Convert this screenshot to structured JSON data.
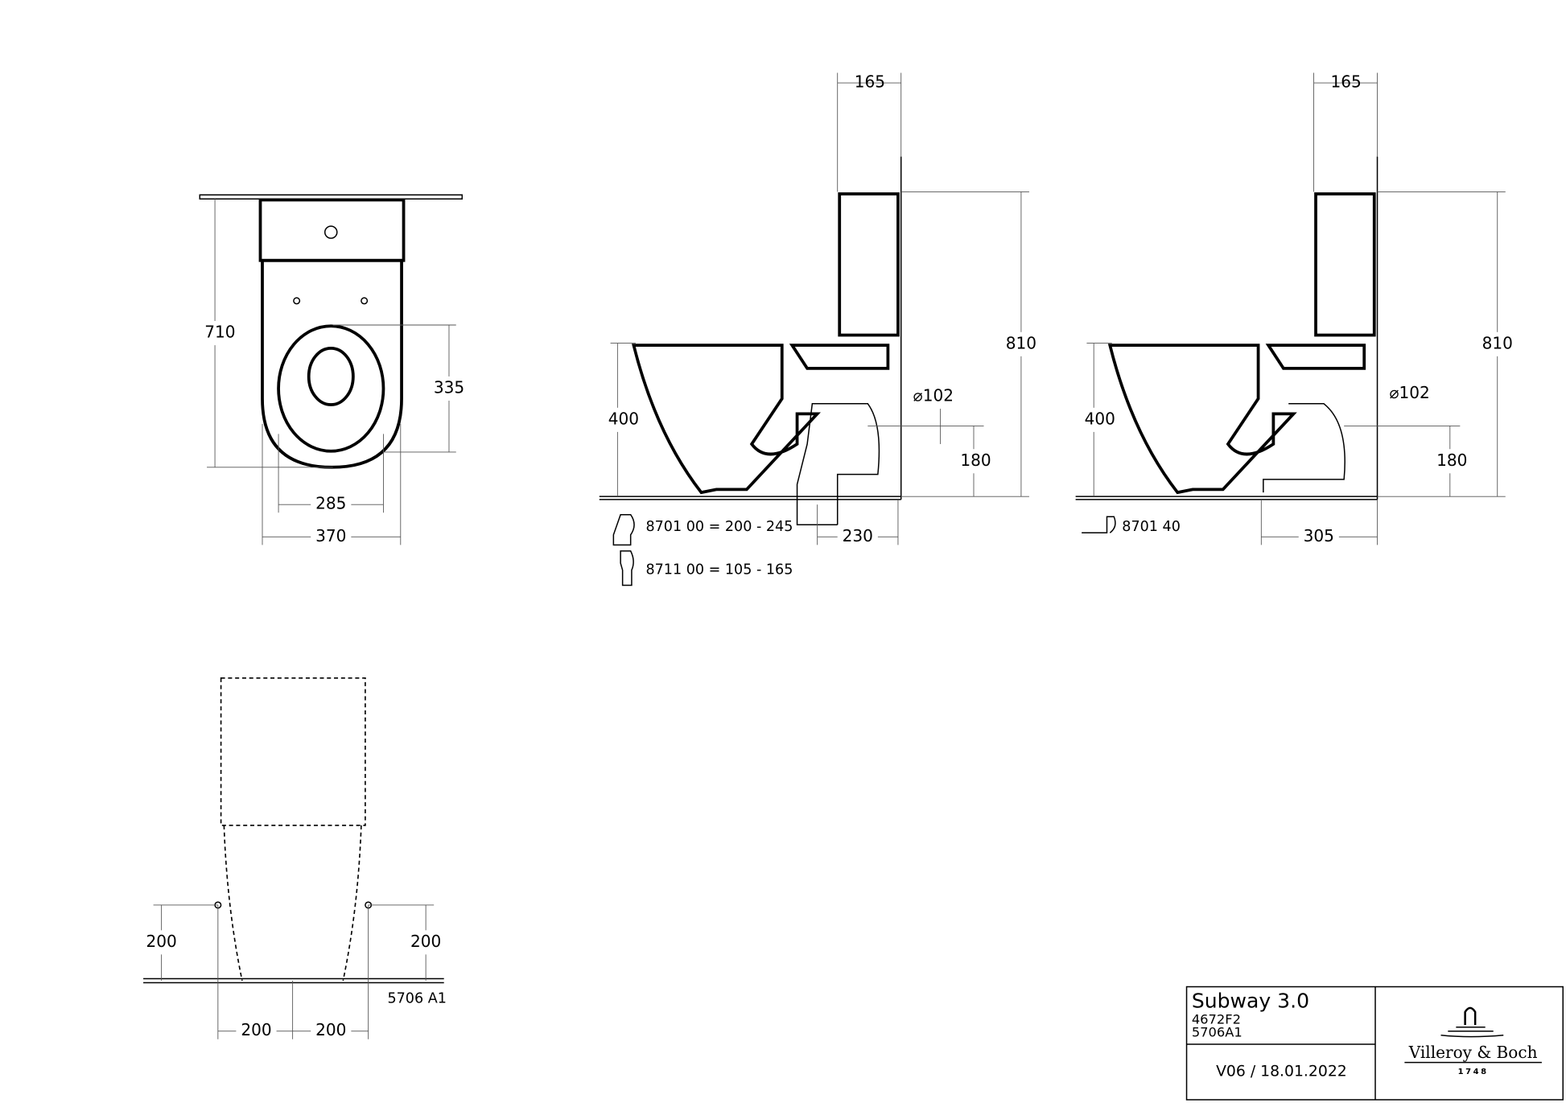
{
  "top_view": {
    "dims": {
      "height_total": "710",
      "seat_depth": "335",
      "seat_width": "285",
      "width": "370"
    }
  },
  "side_view_1": {
    "dims": {
      "tank_depth": "165",
      "height": "810",
      "seat_height": "400",
      "outlet_diameter": "⌀102",
      "outlet_height": "180",
      "outlet_distance": "230"
    },
    "notes": [
      "8701 00 = 200 - 245",
      "8711 00 = 105 - 165"
    ]
  },
  "side_view_2": {
    "dims": {
      "tank_depth": "165",
      "height": "810",
      "seat_height": "400",
      "outlet_diameter": "⌀102",
      "outlet_height": "180",
      "outlet_distance": "305"
    },
    "notes": [
      "8701 40"
    ]
  },
  "bottom_view": {
    "dims": {
      "left_height": "200",
      "right_height": "200",
      "left_spacing": "200",
      "right_spacing": "200"
    },
    "code": "5706 A1"
  },
  "title_block": {
    "product": "Subway 3.0",
    "code1": "4672F2",
    "code2": "5706A1",
    "version": "V06 / 18.01.2022",
    "brand": "Villeroy & Boch",
    "brand_year": "1748"
  }
}
